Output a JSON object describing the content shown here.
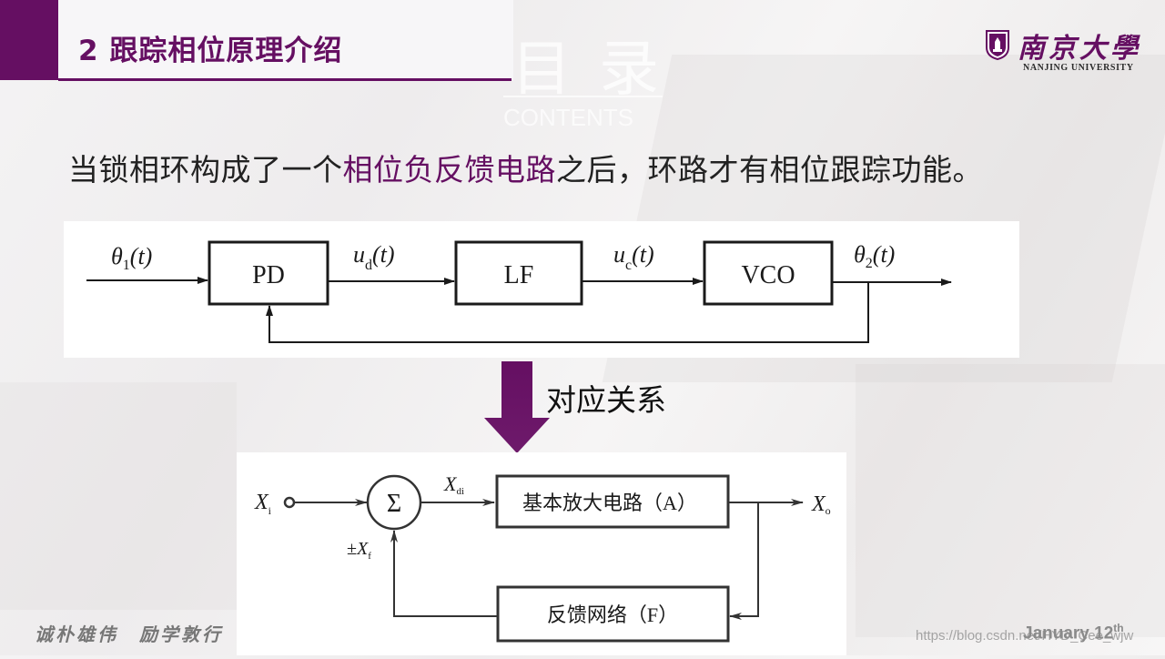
{
  "slide": {
    "title": "2 跟踪相位原理介绍",
    "watermark": {
      "cn": "目录",
      "en": "CONTENTS"
    },
    "logo": {
      "cn": "南京大學",
      "en": "NANJING UNIVERSITY"
    },
    "sentence": {
      "before": "当锁相环构成了一个",
      "highlight": "相位负反馈电路",
      "after": "之后，环路才有相位跟踪功能。"
    },
    "colors": {
      "brand": "#650f62",
      "text": "#222222"
    }
  },
  "pll_diagram": {
    "input_label": "θ1(t)",
    "input_base": "θ",
    "input_sub": "1",
    "blocks": [
      "PD",
      "LF",
      "VCO"
    ],
    "signals": [
      {
        "base": "u",
        "sub": "d",
        "suffix": "(t)"
      },
      {
        "base": "u",
        "sub": "c",
        "suffix": "(t)"
      }
    ],
    "output_base": "θ",
    "output_sub": "2",
    "output_suffix": "(t)",
    "input_suffix": "(t)"
  },
  "relation": {
    "label": "对应关系",
    "icon": "arrow-down-icon"
  },
  "feedback_diagram": {
    "input": {
      "base": "X",
      "sub": "i"
    },
    "sum_symbol": "Σ",
    "diff": {
      "base": "X",
      "sub": "di"
    },
    "feedback_signal": {
      "prefix": "±",
      "base": "X",
      "sub": "f"
    },
    "amplifier_label": "基本放大电路（A）",
    "feedback_label": "反馈网络（F）",
    "output": {
      "base": "X",
      "sub": "o"
    }
  },
  "footer": {
    "motto": "诚朴雄伟　励学敦行",
    "date_main": "January 12",
    "date_sup": "th",
    "url": "https://blog.csdn.net/HYD_Cee_wjw"
  }
}
